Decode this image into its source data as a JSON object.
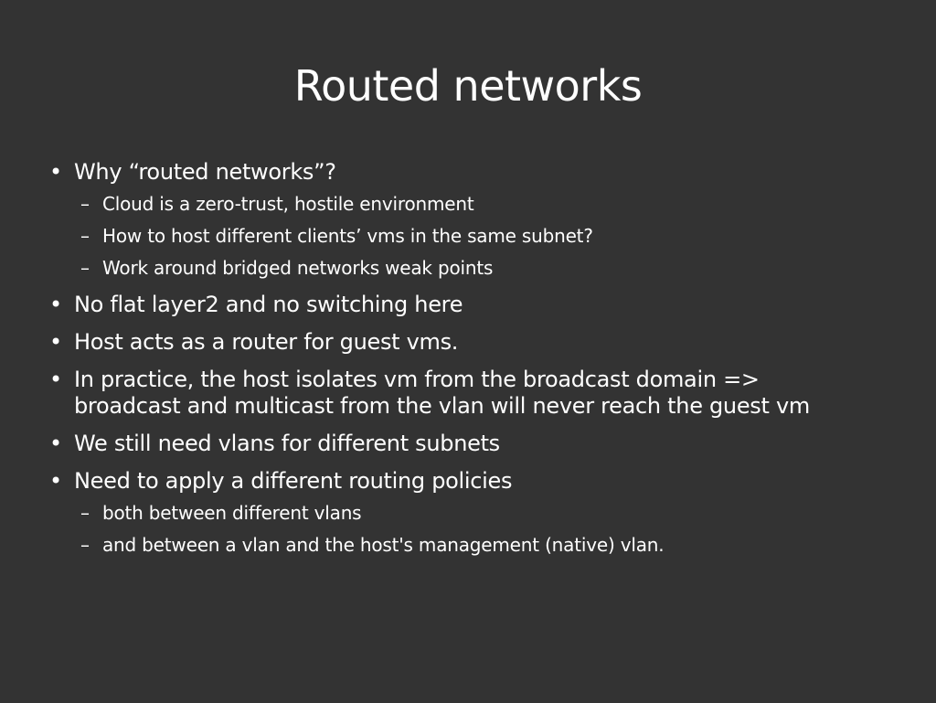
{
  "slide": {
    "title": "Routed networks",
    "bullet_glyph": "•",
    "dash_glyph": "–",
    "items": [
      {
        "text": "Why “routed networks”?",
        "sub": [
          "Cloud is a zero-trust, hostile environment",
          "How to host different clients’ vms in the same subnet?",
          "Work around bridged networks weak points"
        ]
      },
      {
        "text": "No flat layer2 and no switching here"
      },
      {
        "text": "Host acts as a router for guest vms."
      },
      {
        "text": "In practice, the host isolates vm from the broadcast domain => broadcast and multicast from the vlan will never reach the guest vm"
      },
      {
        "text": "We still need vlans for different subnets"
      },
      {
        "text": "Need to apply a different routing policies",
        "sub": [
          "both between different vlans",
          "and between a vlan and the host's management (native) vlan."
        ]
      }
    ]
  }
}
